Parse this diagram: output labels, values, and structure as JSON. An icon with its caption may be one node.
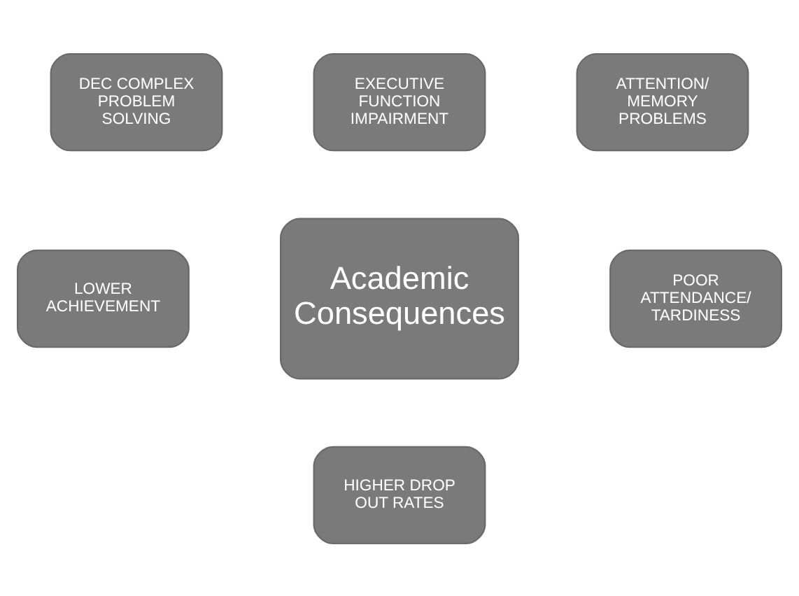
{
  "diagram": {
    "nodes": [
      {
        "text": [
          "DEC COMPLEX PROBLEM SOLVING"
        ]
      },
      {
        "text": [
          "EXECUTIVE FUNCTION IMPAIRMENT"
        ]
      },
      {
        "text": [
          "ATTENTION/ MEMORY PROBLEMS"
        ]
      },
      {
        "text": [
          "LOWER ACHIEVEMENT"
        ]
      },
      {
        "text": [
          "Academic Consequences"
        ]
      },
      {
        "text": [
          "POOR ATTENDANCE/ TARDINESS"
        ]
      },
      {
        "text": [
          "HIGHER DROP OUT RATES"
        ]
      }
    ],
    "edges": []
  }
}
